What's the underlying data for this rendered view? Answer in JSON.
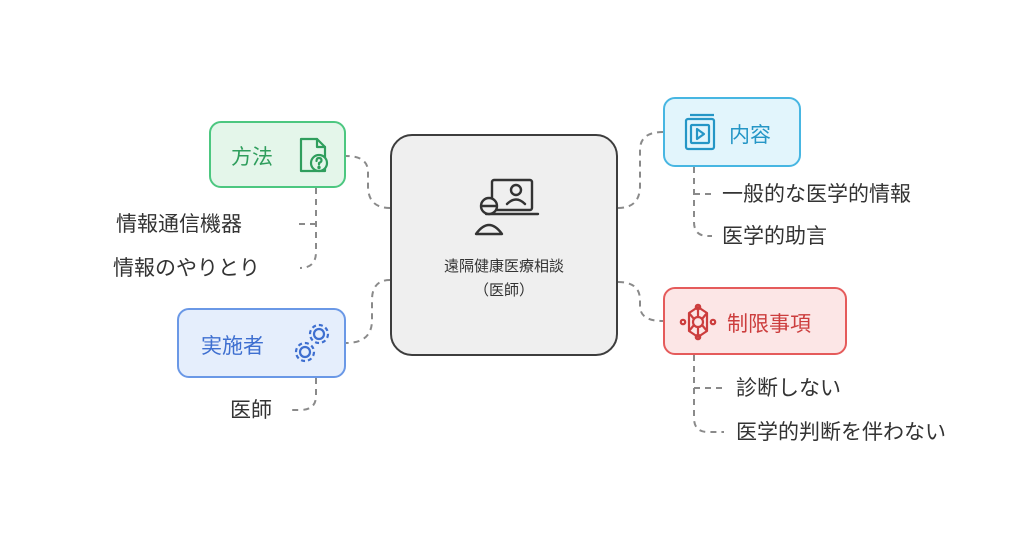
{
  "center": {
    "title": "遠隔健康医療相談",
    "subtitle": "（医師）",
    "icon": "doctor-monitor-icon"
  },
  "branches": {
    "method": {
      "label": "方法",
      "icon": "document-question-icon",
      "color": "#4cc780",
      "leaves": [
        "情報通信機器",
        "情報のやりとり"
      ]
    },
    "implementer": {
      "label": "実施者",
      "icon": "gears-icon",
      "color": "#6a98e6",
      "leaves": [
        "医師"
      ]
    },
    "content": {
      "label": "内容",
      "icon": "video-book-icon",
      "color": "#47b6e2",
      "leaves": [
        "一般的な医学的情報",
        "医学的助言"
      ]
    },
    "limits": {
      "label": "制限事項",
      "icon": "network-star-icon",
      "color": "#e55b5b",
      "leaves": [
        "診断しない",
        "医学的判断を伴わない"
      ]
    }
  }
}
